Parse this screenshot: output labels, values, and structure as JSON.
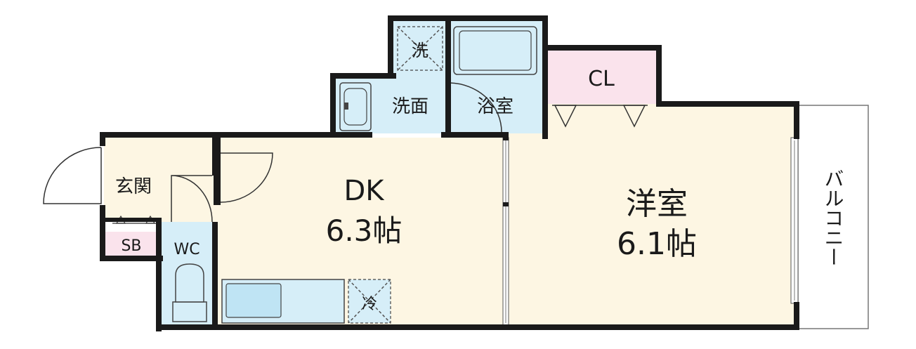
{
  "floorplan": {
    "rooms": {
      "dk_name": "DK",
      "dk_area": "6.3帖",
      "western_name": "洋室",
      "western_area": "6.1帖",
      "entrance": "玄関",
      "shoe_box": "SB",
      "toilet": "WC",
      "washroom": "洗面",
      "bath": "浴室",
      "laundry": "洗",
      "closet": "CL",
      "fridge": "冷",
      "balcony": "バルコニー"
    },
    "colors": {
      "main_floor": "#fdf6e3",
      "wet_area": "#d6eef8",
      "closet": "#fae3ec",
      "walls": "#1a1a1a"
    }
  }
}
